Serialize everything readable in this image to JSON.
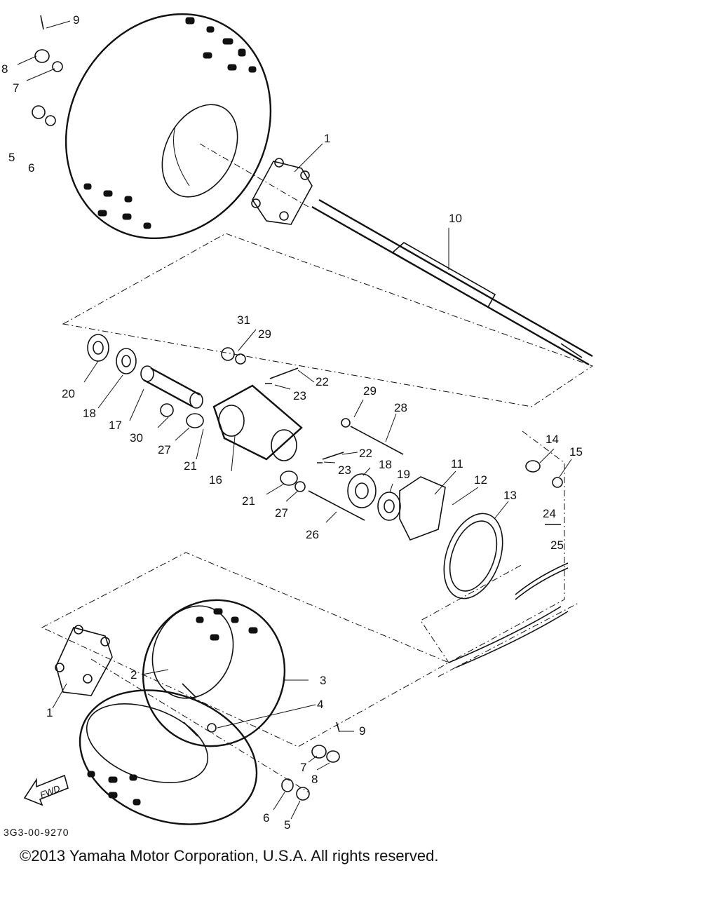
{
  "diagram_code": "3G3-00-9270",
  "copyright": "©2013 Yamaha Motor Corporation, U.S.A. All rights reserved.",
  "fwd_label": "FWD",
  "callouts": {
    "c1_top": "1",
    "c1_bot": "1",
    "c2": "2",
    "c3": "3",
    "c4": "4",
    "c5_top": "5",
    "c5_bot": "5",
    "c6_top": "6",
    "c6_bot": "6",
    "c7_top": "7",
    "c7_bot": "7",
    "c8_top": "8",
    "c8_bot": "8",
    "c9_top": "9",
    "c9_bot": "9",
    "c10": "10",
    "c11": "11",
    "c12": "12",
    "c13": "13",
    "c14": "14",
    "c15": "15",
    "c16": "16",
    "c17": "17",
    "c18_a": "18",
    "c18_b": "18",
    "c19": "19",
    "c20": "20",
    "c21_a": "21",
    "c21_b": "21",
    "c22_a": "22",
    "c22_b": "22",
    "c23_a": "23",
    "c23_b": "23",
    "c24": "24",
    "c25": "25",
    "c26": "26",
    "c27_a": "27",
    "c27_b": "27",
    "c28": "28",
    "c29_a": "29",
    "c29_b": "29",
    "c30": "30",
    "c31": "31"
  }
}
